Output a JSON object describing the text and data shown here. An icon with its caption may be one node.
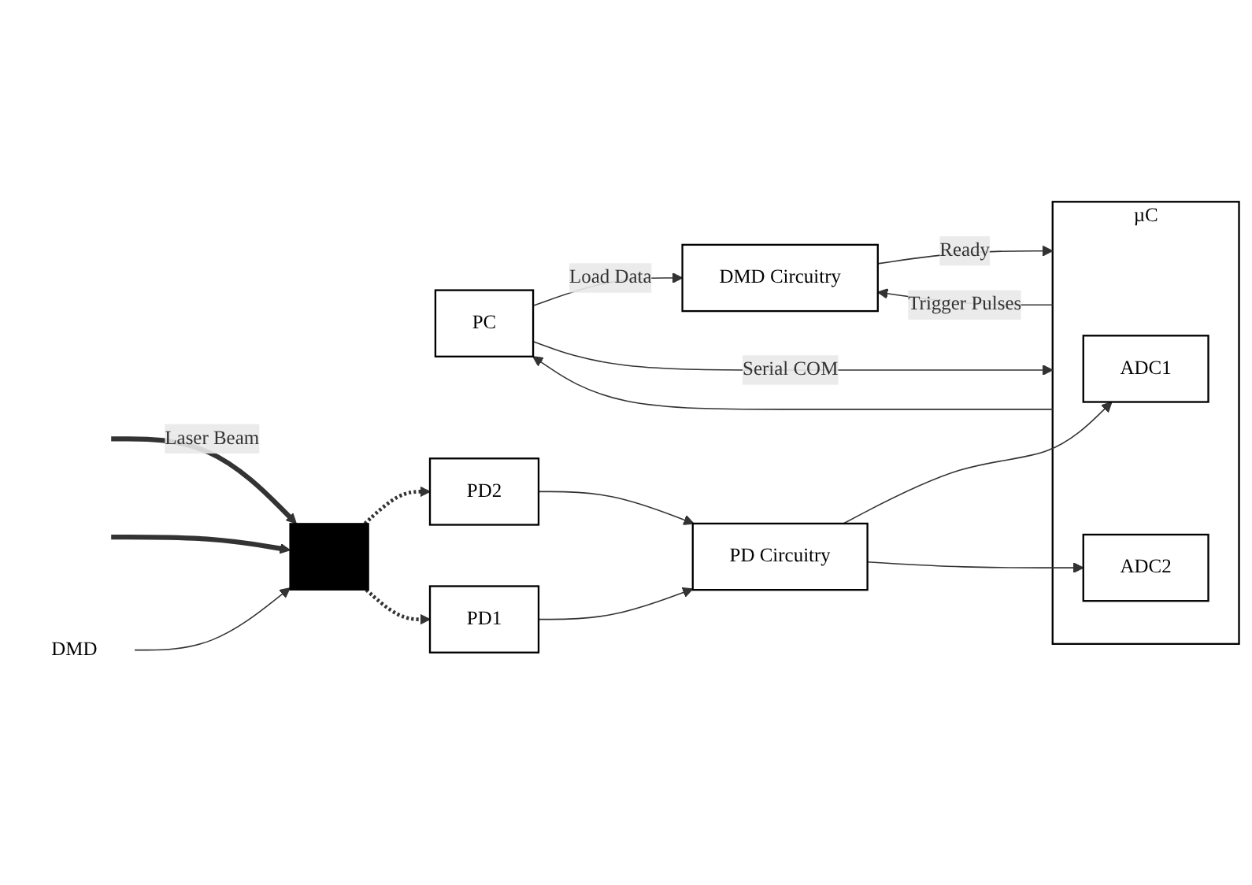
{
  "diagram": {
    "nodes": [
      {
        "text": [
          "PC"
        ]
      },
      {
        "text": [
          "DMD Circuitry"
        ]
      },
      {
        "text": [
          "µC"
        ]
      },
      {
        "text": [
          "ADC1"
        ],
        "in": 2
      },
      {
        "text": [
          "ADC2"
        ],
        "in": 2
      },
      {
        "text": [
          "PD2"
        ]
      },
      {
        "text": [
          "PD1"
        ]
      },
      {
        "text": [
          "PD Circuitry"
        ]
      },
      {
        "text": [],
        "shape": "bar"
      },
      {
        "text": [
          "DMD"
        ]
      }
    ],
    "edges": [
      {
        "from": 0,
        "to": 1,
        "arrow": "to",
        "label": "Load Data"
      },
      {
        "from": 0,
        "to": 2,
        "arrow": "to",
        "label": "Serial COM"
      },
      {
        "from": 2,
        "to": 0,
        "arrow": "to"
      },
      {
        "from": 2,
        "to": 1,
        "arrow": "to",
        "label": "Trigger Pulses"
      },
      {
        "from": 1,
        "to": 2,
        "arrow": "to",
        "label": "Ready"
      },
      {
        "from": null,
        "to": 8,
        "arrow": "to",
        "label": "Laser Beam",
        "style": "thick"
      },
      {
        "from": null,
        "to": 8,
        "arrow": "to",
        "style": "thick"
      },
      {
        "from": 8,
        "to": 5,
        "arrow": "to",
        "style": "dashed"
      },
      {
        "from": 8,
        "to": 6,
        "arrow": "to",
        "style": "dashed"
      },
      {
        "from": 9,
        "to": 8,
        "arrow": "to"
      },
      {
        "from": 5,
        "to": 7,
        "arrow": "to"
      },
      {
        "from": 6,
        "to": 7,
        "arrow": "to"
      },
      {
        "from": 7,
        "to": 3,
        "arrow": "to"
      },
      {
        "from": 7,
        "to": 4,
        "arrow": "to"
      }
    ]
  }
}
